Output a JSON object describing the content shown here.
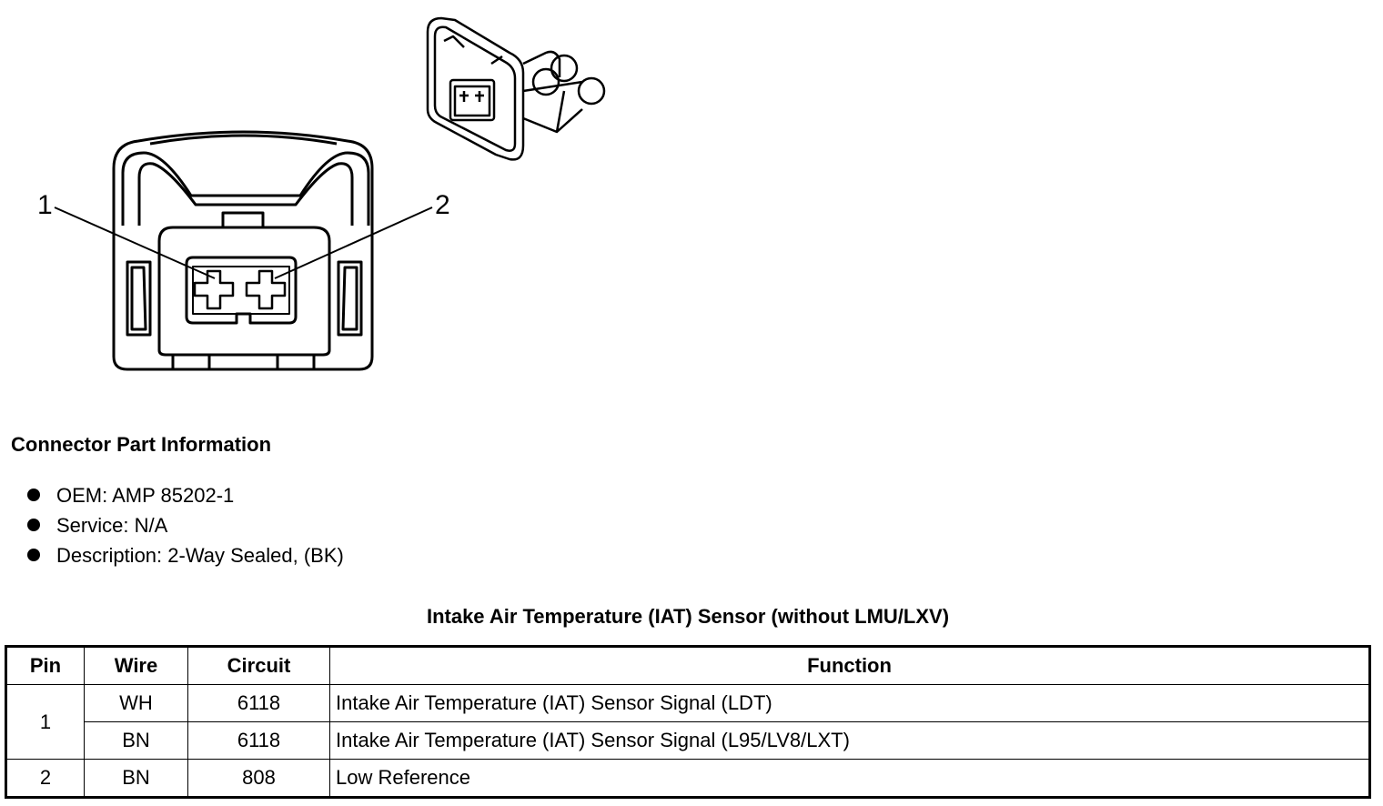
{
  "diagram": {
    "pin_labels": [
      "1",
      "2"
    ]
  },
  "part_info": {
    "heading": "Connector Part Information",
    "items": [
      "OEM: AMP 85202-1",
      "Service: N/A",
      "Description: 2-Way Sealed, (BK)"
    ]
  },
  "table": {
    "title": "Intake Air Temperature (IAT) Sensor (without LMU/LXV)",
    "headers": [
      "Pin",
      "Wire",
      "Circuit",
      "Function"
    ],
    "rows": [
      {
        "pin": "1",
        "wire": "WH",
        "circuit": "6118",
        "function": "Intake Air Temperature (IAT) Sensor Signal (LDT)"
      },
      {
        "pin": "",
        "wire": "BN",
        "circuit": "6118",
        "function": "Intake Air Temperature (IAT) Sensor Signal (L95/LV8/LXT)"
      },
      {
        "pin": "2",
        "wire": "BN",
        "circuit": "808",
        "function": "Low Reference"
      }
    ]
  }
}
